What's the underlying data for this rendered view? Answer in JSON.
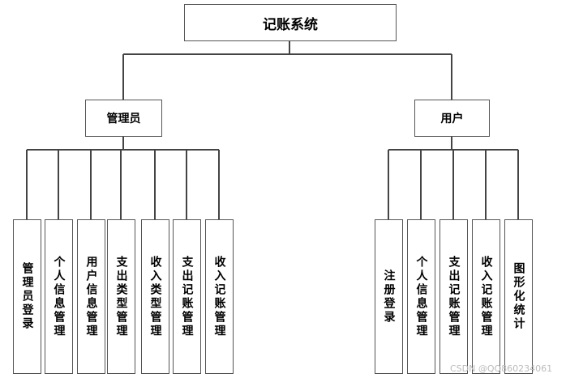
{
  "root": "记账系统",
  "admin": {
    "label": "管理员",
    "children": [
      "管理员登录",
      "个人信息管理",
      "用户信息管理",
      "支出类型管理",
      "收入类型管理",
      "支出记账管理",
      "收入记账管理"
    ]
  },
  "user": {
    "label": "用户",
    "children": [
      "注册登录",
      "个人信息管理",
      "支出记账管理",
      "收入记账管理",
      "图形化统计"
    ]
  },
  "watermark": "CSDN @QQ860234061"
}
